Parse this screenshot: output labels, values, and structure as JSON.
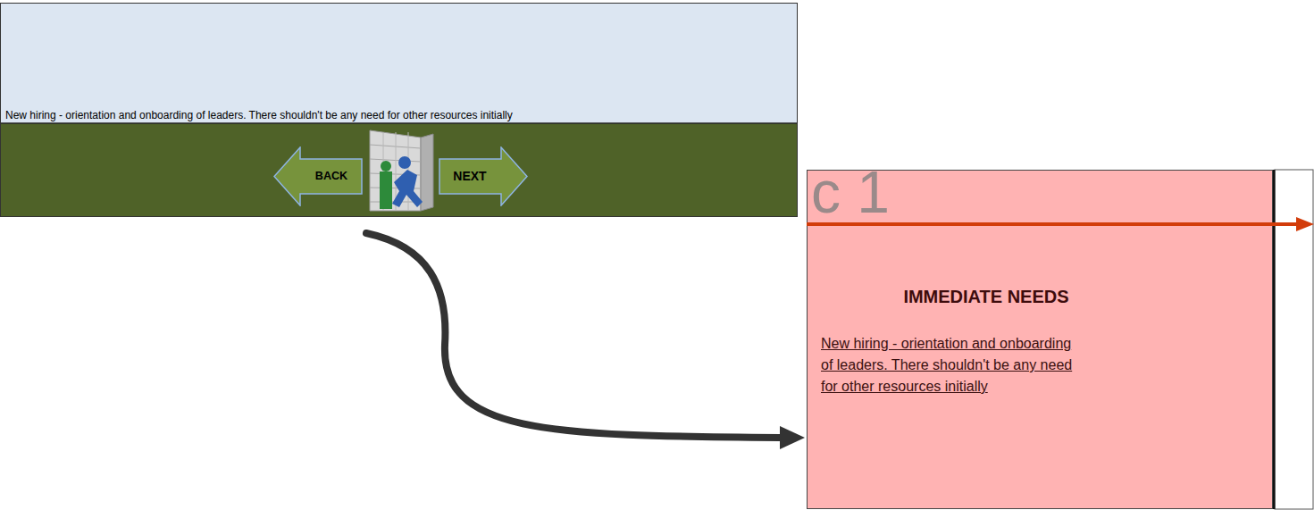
{
  "diagram": {
    "nodes": [
      {
        "text": [
          "New hiring - orientation and onboarding of leaders. There shouldn't be any need for other resources initially"
        ]
      },
      {
        "text": [
          "BACK"
        ],
        "in": 0
      },
      {
        "text": [
          "NEXT"
        ],
        "in": 0
      },
      {
        "text": [
          "c 1",
          "IMMEDIATE NEEDS",
          "New hiring - orientation and onboarding of leaders. There shouldn't be any need for other resources initially"
        ]
      }
    ],
    "edges": [
      {
        "from": 0,
        "to": 3,
        "arrow": "to"
      }
    ]
  }
}
